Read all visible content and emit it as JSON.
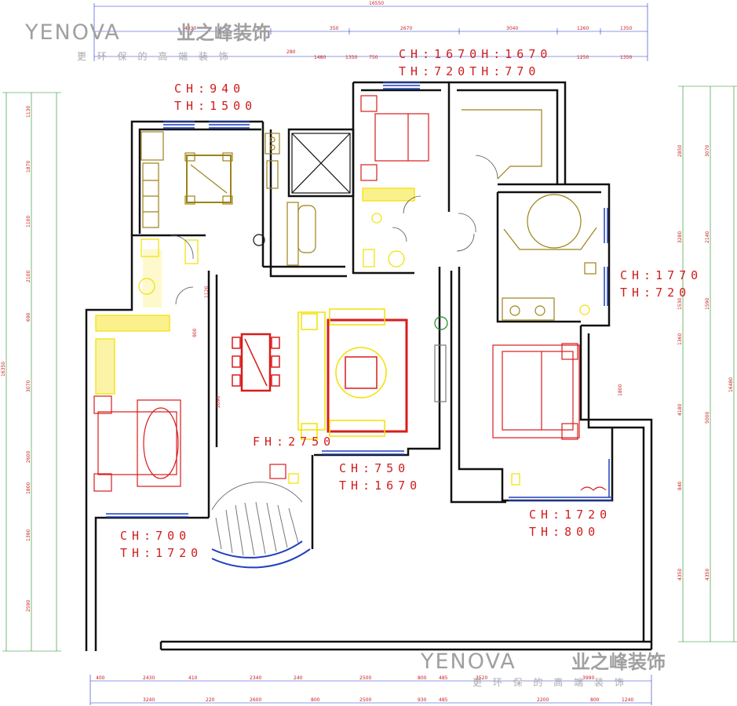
{
  "watermark": {
    "brand_en": "YENOVA",
    "brand_cn": "业之峰装饰",
    "slogan": "更 环 保 的 高 端 装 饰"
  },
  "labels": {
    "top_room_a_ch": "CH:1670H:1670",
    "top_room_a_th": "TH:720TH:770",
    "kitchen_ch": "CH:940",
    "kitchen_th": "TH:1500",
    "right_bath_ch": "CH:1770",
    "right_bath_th": "TH:720",
    "living_fh": "FH:2750",
    "living_ch": "CH:750",
    "living_th": "TH:1670",
    "right_bed_ch": "CH:1720",
    "right_bed_th": "TH:800",
    "left_bed_ch": "CH:700",
    "left_bed_th": "TH:1720"
  },
  "dims": {
    "top_overall": "16550",
    "top_row_1": [
      "4030",
      "350",
      "2670",
      "3040",
      "1260",
      "1350"
    ],
    "top_row_2": [
      "280",
      "1480",
      "1350",
      "750",
      "1250",
      "1350"
    ],
    "bottom_row_1": [
      "400",
      "2430",
      "410",
      "2340",
      "240",
      "2500",
      "800",
      "485",
      "3520",
      "3990"
    ],
    "bottom_row_2": [
      "3240",
      "220",
      "2600",
      "800",
      "2500",
      "930",
      "485",
      "2200",
      "800",
      "1240"
    ],
    "left_col": [
      "1130",
      "1870",
      "1100",
      "2100",
      "690",
      "3070",
      "2600",
      "1800",
      "1390",
      "2590"
    ],
    "left_overall": "16350",
    "right_col": [
      "2850",
      "3280",
      "1530",
      "1360",
      "4180",
      "840",
      "4350"
    ],
    "right_col_2": [
      "3070",
      "2140",
      "1590",
      "5000",
      "4350"
    ],
    "right_overall": "16480",
    "door_1": "900",
    "door_2": "1120",
    "door_3": "2090",
    "door_4": "1800"
  },
  "colors": {
    "wall": "#111111",
    "furniture_yellow": "#f3e000",
    "furniture_red": "#d81c1c",
    "furniture_gold": "#9c8318",
    "window_blue": "#1f3fbf",
    "dim_green": "#1a8a1a",
    "dim_blue": "#2233cc"
  }
}
